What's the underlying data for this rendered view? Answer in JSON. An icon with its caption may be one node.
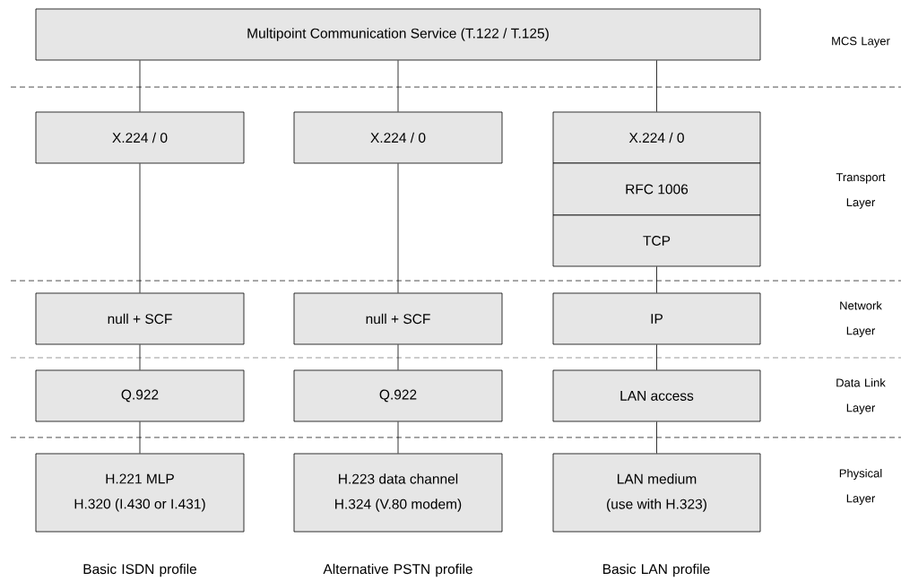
{
  "diagram": {
    "nodes": [
      {
        "text": [
          "Multipoint Communication Service (T.122 / T.125)"
        ]
      },
      {
        "text": [
          "X.224 / 0"
        ]
      },
      {
        "text": [
          "X.224 / 0"
        ]
      },
      {
        "text": [
          "X.224 / 0"
        ]
      },
      {
        "text": [
          "RFC 1006"
        ]
      },
      {
        "text": [
          "TCP"
        ]
      },
      {
        "text": [
          "null + SCF"
        ]
      },
      {
        "text": [
          "null + SCF"
        ]
      },
      {
        "text": [
          "IP"
        ]
      },
      {
        "text": [
          "Q.922"
        ]
      },
      {
        "text": [
          "Q.922"
        ]
      },
      {
        "text": [
          "LAN access"
        ]
      },
      {
        "text": [
          "H.221 MLP",
          "H.320 (I.430 or I.431)"
        ]
      },
      {
        "text": [
          "H.223 data channel",
          "H.324 (V.80 modem)"
        ]
      },
      {
        "text": [
          "LAN medium",
          "(use with H.323)"
        ]
      }
    ],
    "edges": [
      {
        "from": 0,
        "to": 1,
        "arrow": "none"
      },
      {
        "from": 0,
        "to": 2,
        "arrow": "none"
      },
      {
        "from": 0,
        "to": 3,
        "arrow": "none"
      },
      {
        "from": 1,
        "to": 6,
        "arrow": "none"
      },
      {
        "from": 2,
        "to": 7,
        "arrow": "none"
      },
      {
        "from": 5,
        "to": 8,
        "arrow": "none"
      },
      {
        "from": 6,
        "to": 9,
        "arrow": "none"
      },
      {
        "from": 7,
        "to": 10,
        "arrow": "none"
      },
      {
        "from": 8,
        "to": 11,
        "arrow": "none"
      },
      {
        "from": 9,
        "to": 12,
        "arrow": "none"
      },
      {
        "from": 10,
        "to": 13,
        "arrow": "none"
      },
      {
        "from": 11,
        "to": 14,
        "arrow": "none"
      }
    ],
    "labels": [
      "MCS Layer",
      "Transport Layer",
      "Network Layer",
      "Data Link Layer",
      "Physical Layer",
      "Basic ISDN profile",
      "Alternative PSTN profile",
      "Basic LAN profile"
    ]
  }
}
